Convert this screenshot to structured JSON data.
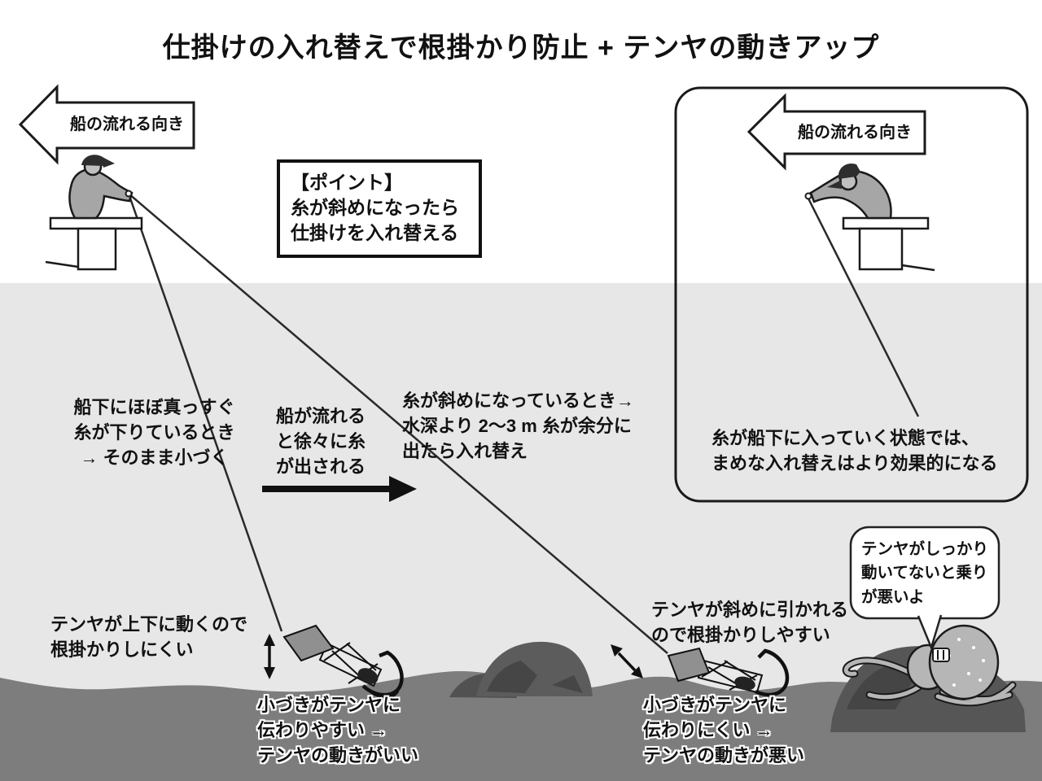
{
  "title": "仕掛けの入れ替えで根掛かり防止 + テンヤの動きアップ",
  "flow_arrows": {
    "left_label": "船の流れる向き",
    "right_label": "船の流れる向き"
  },
  "point_box": {
    "heading": "【ポイント】",
    "body": "糸が斜めになったら\n仕掛けを入れ替える"
  },
  "annotations": {
    "straight_line": "船下にほぼ真っすぐ\n糸が下りているとき\n→ そのまま小づく",
    "line_payout": "船が流れる\nと徐々に糸\nが出される",
    "diagonal_line": "糸が斜めになっているとき→\n水深より 2〜3 m 糸が余分に\n出たら入れ替え",
    "under_boat": "糸が船下に入っていく状態では、\nまめな入れ替えはより効果的になる",
    "tenya_vertical": "テンヤが上下に動くので\n根掛かりしにくい",
    "tenya_dragged": "テンヤが斜めに引かれる\nので根掛かりしやすい",
    "kozuki_good": "小づきがテンヤに\n伝わりやすい →\nテンヤの動きがいい",
    "kozuki_bad": "小づきがテンヤに\n伝わりにくい →\nテンヤの動きが悪い"
  },
  "octopus_speech": "テンヤがしっかり\n動いてないと乗り\nが悪いよ",
  "colors": {
    "water": "#e7e7e7",
    "seabed": "#7d7d7d",
    "rock_dark": "#5c5c5c",
    "rock_darker": "#464646",
    "rock_right": "#565656",
    "figure_gray": "#a6a6a6",
    "octopus_gray": "#b6b6b6",
    "sinker_gray": "#909090",
    "ink": "#1a1a1a"
  }
}
